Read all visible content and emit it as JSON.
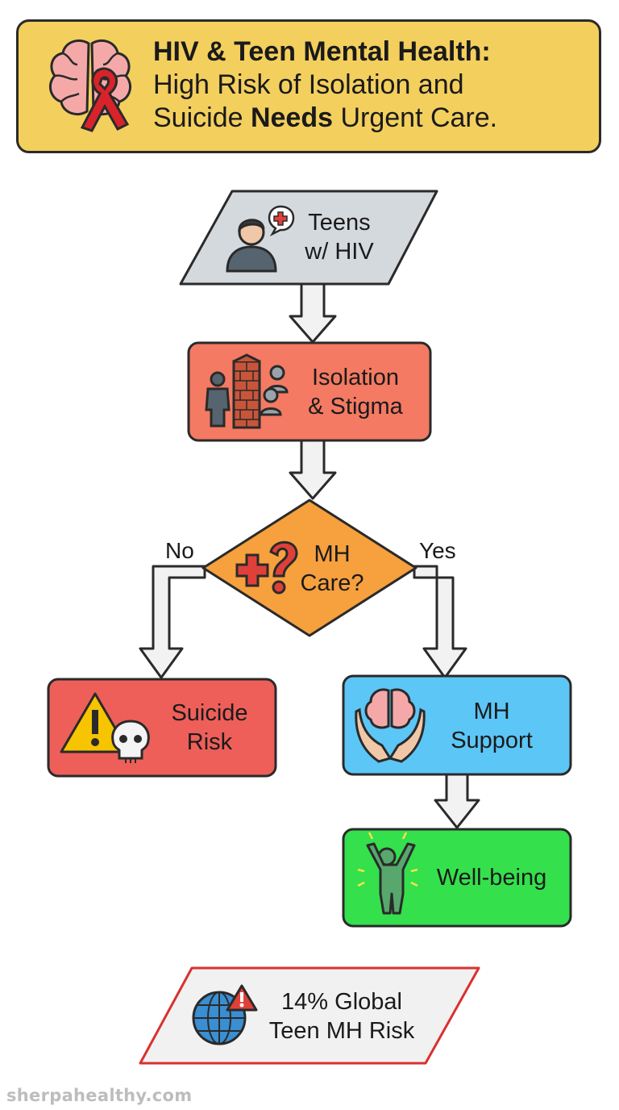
{
  "header": {
    "title": "HIV & Teen Mental Health:",
    "subtitle_line1": "High Risk of Isolation and",
    "subtitle_line2_a": "Suicide ",
    "subtitle_line2_bold": "Needs",
    "subtitle_line2_b": " Urgent Care.",
    "icon": "brain-with-red-ribbon-icon"
  },
  "nodes": {
    "start": {
      "line1": "Teens",
      "line2": "w/ HIV",
      "icon": "teen-person-with-medical-bubble-icon"
    },
    "isolation": {
      "line1": "Isolation",
      "line2": "& Stigma",
      "icon": "person-separated-by-brick-wall-icon"
    },
    "decision": {
      "line1": "MH",
      "line2": "Care?",
      "icon": "medical-cross-question-icon"
    },
    "suicide": {
      "line1": "Suicide",
      "line2": "Risk",
      "icon": "warning-triangle-skull-icon"
    },
    "support": {
      "line1": "MH",
      "line2": "Support",
      "icon": "hands-holding-brain-icon"
    },
    "wellbeing": {
      "line1": "Well-being",
      "icon": "celebrating-person-icon"
    },
    "stat": {
      "line1": "14% Global",
      "line2": "Teen MH Risk",
      "icon": "globe-warning-icon"
    }
  },
  "edges": {
    "no_label": "No",
    "yes_label": "Yes"
  },
  "colors": {
    "header": "#f3cf5e",
    "start": "#d4d9de",
    "isolation": "#f47a63",
    "decision": "#f6a03e",
    "suicide": "#ee5f5a",
    "support": "#5cc6f6",
    "wellbeing": "#34e04c",
    "stat": "#f1f1f1",
    "stat_border": "#d9312f"
  },
  "watermark": "sherpahealthy.com"
}
